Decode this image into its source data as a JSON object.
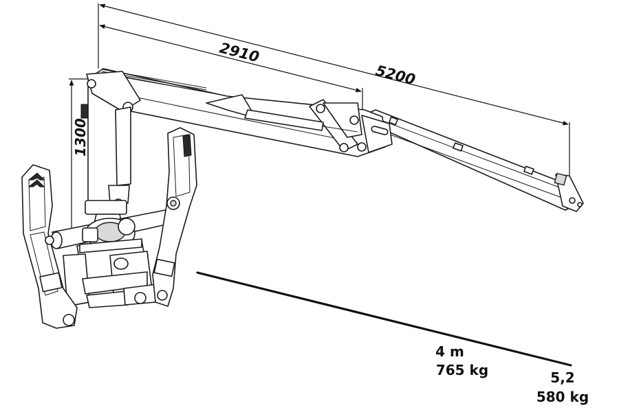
{
  "dimensions": {
    "outer_length": "5200",
    "inner_length": "2910",
    "height": "1300"
  },
  "loads": {
    "near_reach": "4 m",
    "near_weight": "765 kg",
    "far_reach": "5,2",
    "far_weight": "580 kg"
  }
}
